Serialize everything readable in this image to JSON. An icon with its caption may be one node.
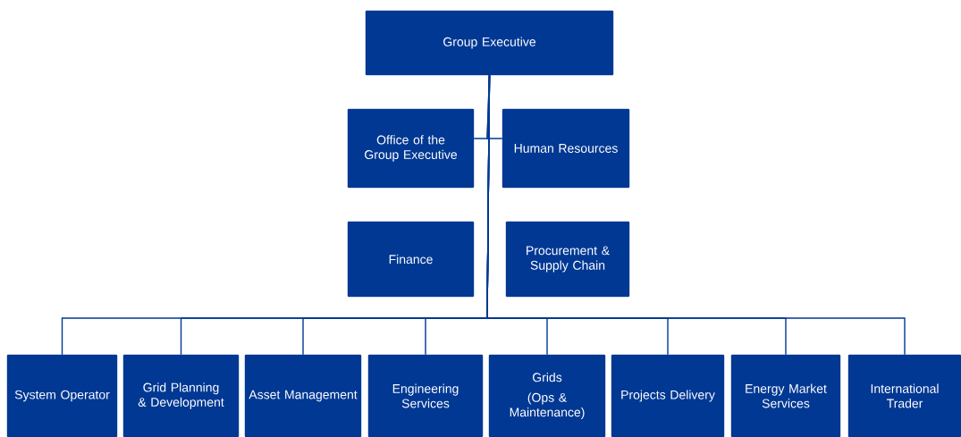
{
  "diagram": {
    "nodes": [
      {
        "text": [
          "Group Executive"
        ]
      },
      {
        "text": [
          "Office of the Group Executive"
        ]
      },
      {
        "text": [
          "Human Resources"
        ]
      },
      {
        "text": [
          "Finance"
        ]
      },
      {
        "text": [
          "Procurement & Supply Chain"
        ]
      },
      {
        "text": [
          "System Operator"
        ]
      },
      {
        "text": [
          "Grid Planning & Development"
        ]
      },
      {
        "text": [
          "Asset Management"
        ]
      },
      {
        "text": [
          "Engineering Services"
        ]
      },
      {
        "text": [
          "Grids",
          "(Ops & Maintenance)"
        ]
      },
      {
        "text": [
          "Projects Delivery"
        ]
      },
      {
        "text": [
          "Energy Market Services"
        ]
      },
      {
        "text": [
          "International Trader"
        ]
      }
    ],
    "edges": [
      {
        "from": 0,
        "to": 1,
        "arrow": "none"
      },
      {
        "from": 0,
        "to": 2,
        "arrow": "none"
      },
      {
        "from": 0,
        "to": 5,
        "arrow": "none"
      },
      {
        "from": 0,
        "to": 6,
        "arrow": "none"
      },
      {
        "from": 0,
        "to": 7,
        "arrow": "none"
      },
      {
        "from": 0,
        "to": 8,
        "arrow": "none"
      },
      {
        "from": 0,
        "to": 9,
        "arrow": "none"
      },
      {
        "from": 0,
        "to": 10,
        "arrow": "none"
      },
      {
        "from": 0,
        "to": 11,
        "arrow": "none"
      },
      {
        "from": 0,
        "to": 12,
        "arrow": "none"
      }
    ]
  }
}
